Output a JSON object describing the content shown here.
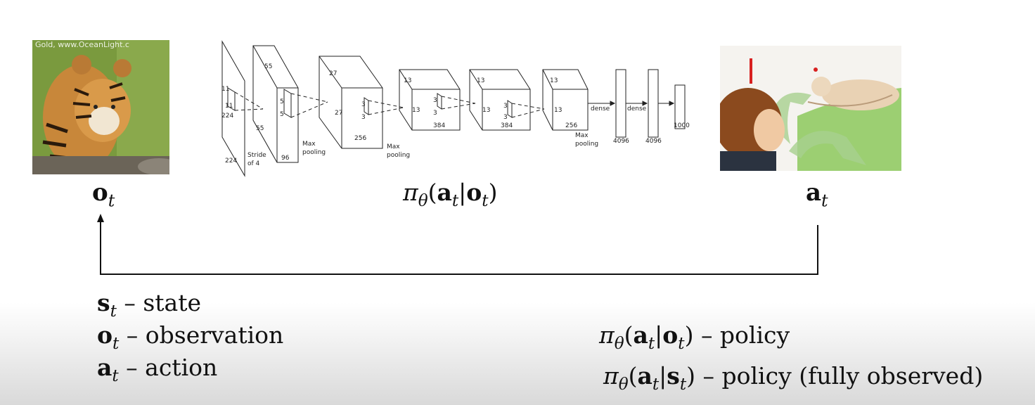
{
  "observation_image": {
    "watermark": "Gold, www.OceanLight.c"
  },
  "labels": {
    "o_sym": "o",
    "a_sym": "a",
    "s_sym": "s",
    "t_sub": "t",
    "pi": "π",
    "theta": "θ",
    "bar": "|"
  },
  "cnn": {
    "input": [
      "11",
      "11",
      "224",
      "224"
    ],
    "conv1": [
      "55",
      "55",
      "5",
      "5",
      "96",
      "Stride",
      "of 4"
    ],
    "pool1": [
      "Max",
      "pooling"
    ],
    "conv2": [
      "27",
      "27",
      "3",
      "3",
      "256"
    ],
    "pool2": [
      "Max",
      "pooling"
    ],
    "conv3": [
      "13",
      "13",
      "3",
      "3",
      "384"
    ],
    "conv4": [
      "13",
      "13",
      "3",
      "3",
      "384"
    ],
    "conv5": [
      "13",
      "13",
      "256"
    ],
    "pool3": [
      "Max",
      "pooling"
    ],
    "dense1": [
      "dense",
      "4096"
    ],
    "dense2": [
      "dense",
      "4096"
    ],
    "out": [
      "1000"
    ]
  },
  "legend_left": [
    {
      "sym": "s",
      "text": " – state"
    },
    {
      "sym": "o",
      "text": " – observation"
    },
    {
      "sym": "a",
      "text": " – action"
    }
  ],
  "legend_right": [
    {
      "cond": "o",
      "text": " – policy"
    },
    {
      "cond": "s",
      "text": " – policy (fully observed)"
    }
  ]
}
